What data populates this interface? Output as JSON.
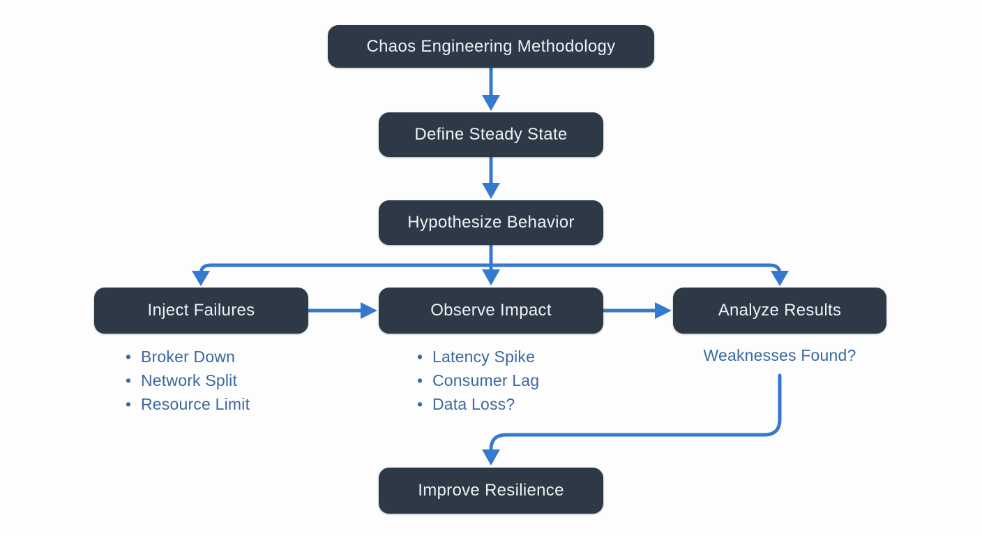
{
  "colors": {
    "background": "#fdfdfd",
    "node_bg": "#2e3947",
    "node_text": "#eef1f4",
    "arrow": "#3579cf",
    "side_text": "#38699e"
  },
  "nodes": {
    "title": {
      "label": "Chaos Engineering Methodology"
    },
    "define": {
      "label": "Define Steady State"
    },
    "hypothesize": {
      "label": "Hypothesize Behavior"
    },
    "inject": {
      "label": "Inject Failures"
    },
    "observe": {
      "label": "Observe Impact"
    },
    "analyze": {
      "label": "Analyze Results"
    },
    "improve": {
      "label": "Improve Resilience"
    }
  },
  "lists": {
    "inject": {
      "items": [
        "Broker Down",
        "Network Split",
        "Resource Limit"
      ]
    },
    "observe": {
      "items": [
        "Latency Spike",
        "Consumer Lag",
        "Data Loss?"
      ]
    },
    "analyze": {
      "note": "Weaknesses Found?"
    }
  }
}
